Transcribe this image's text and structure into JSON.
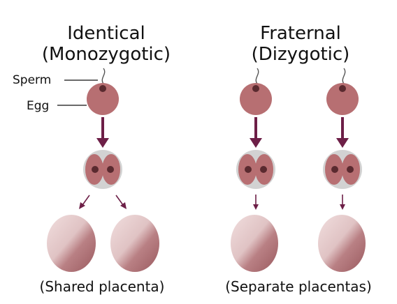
{
  "identical": {
    "title_line1": "Identical",
    "title_line2": "(Monozygotic)",
    "caption": "(Shared placenta)"
  },
  "fraternal": {
    "title_line1": "Fraternal",
    "title_line2": "(Dizygotic)",
    "caption": "(Separate placentas)"
  },
  "labels": {
    "sperm": "Sperm",
    "egg": "Egg"
  },
  "colors": {
    "egg": "#b76f72",
    "nucleus": "#5a2a2f",
    "arrow": "#6d1f47",
    "zygote_bg": "#d2d2d2",
    "placenta_light": "#ead2d3",
    "placenta_dark": "#9e5f63"
  }
}
